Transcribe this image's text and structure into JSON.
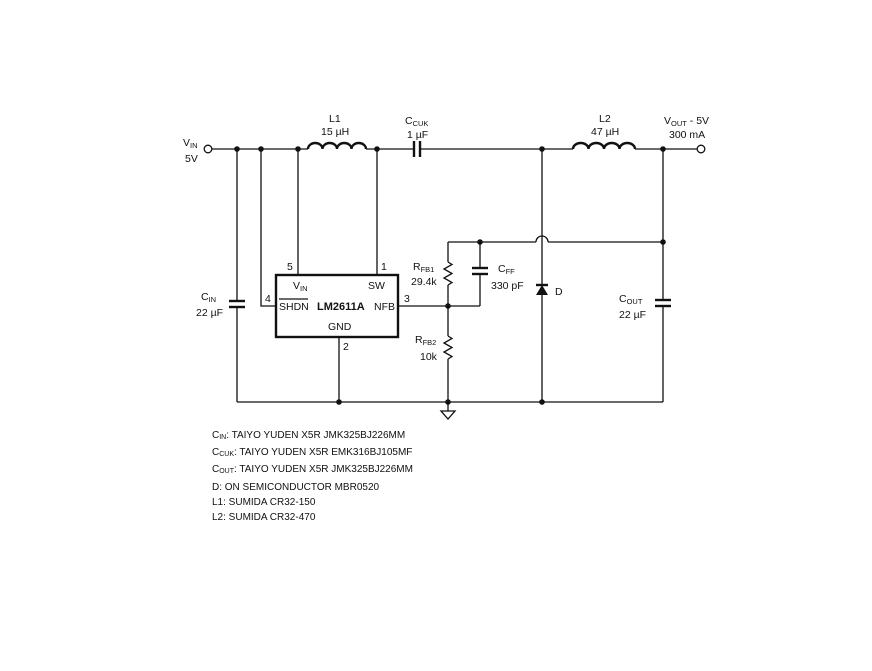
{
  "labels": {
    "vin_main": "V",
    "vin_sub": "IN",
    "vin_value": "5V",
    "l1_name": "L1",
    "l1_value": "15 µH",
    "ccuk_main": "C",
    "ccuk_sub": "CUK",
    "ccuk_value": "1 µF",
    "l2_name": "L2",
    "l2_value": "47 µH",
    "vout_main": "V",
    "vout_sub": "OUT",
    "vout_tail": " - 5V",
    "vout_current": "300 mA",
    "cin_main": "C",
    "cin_sub": "IN",
    "cin_value": "22 µF",
    "rfb1_main": "R",
    "rfb1_sub": "FB1",
    "rfb1_value": "29.4k",
    "cff_main": "C",
    "cff_sub": "FF",
    "cff_value": "330 pF",
    "rfb2_main": "R",
    "rfb2_sub": "FB2",
    "rfb2_value": "10k",
    "cout_main": "C",
    "cout_sub": "OUT",
    "cout_value": "22 µF",
    "diode_name": "D"
  },
  "ic": {
    "name": "LM2611A",
    "pin_vin_main": "V",
    "pin_vin_sub": "IN",
    "pin_sw": "SW",
    "pin_shdn": "SHDN",
    "pin_nfb": "NFB",
    "pin_gnd": "GND",
    "pin_num_5": "5",
    "pin_num_1": "1",
    "pin_num_4": "4",
    "pin_num_3": "3",
    "pin_num_2": "2"
  },
  "bom": [
    {
      "main": "C",
      "sub": "IN",
      "text": ": TAIYO YUDEN X5R JMK325BJ226MM"
    },
    {
      "main": "C",
      "sub": "CUK",
      "text": ": TAIYO YUDEN X5R EMK316BJ105MF"
    },
    {
      "main": "C",
      "sub": "OUT",
      "text": ": TAIYO YUDEN X5R JMK325BJ226MM"
    },
    {
      "main": "",
      "sub": "",
      "text": "D: ON SEMICONDUCTOR MBR0520"
    },
    {
      "main": "",
      "sub": "",
      "text": "L1: SUMIDA CR32-150"
    },
    {
      "main": "",
      "sub": "",
      "text": "L2: SUMIDA CR32-470"
    }
  ]
}
